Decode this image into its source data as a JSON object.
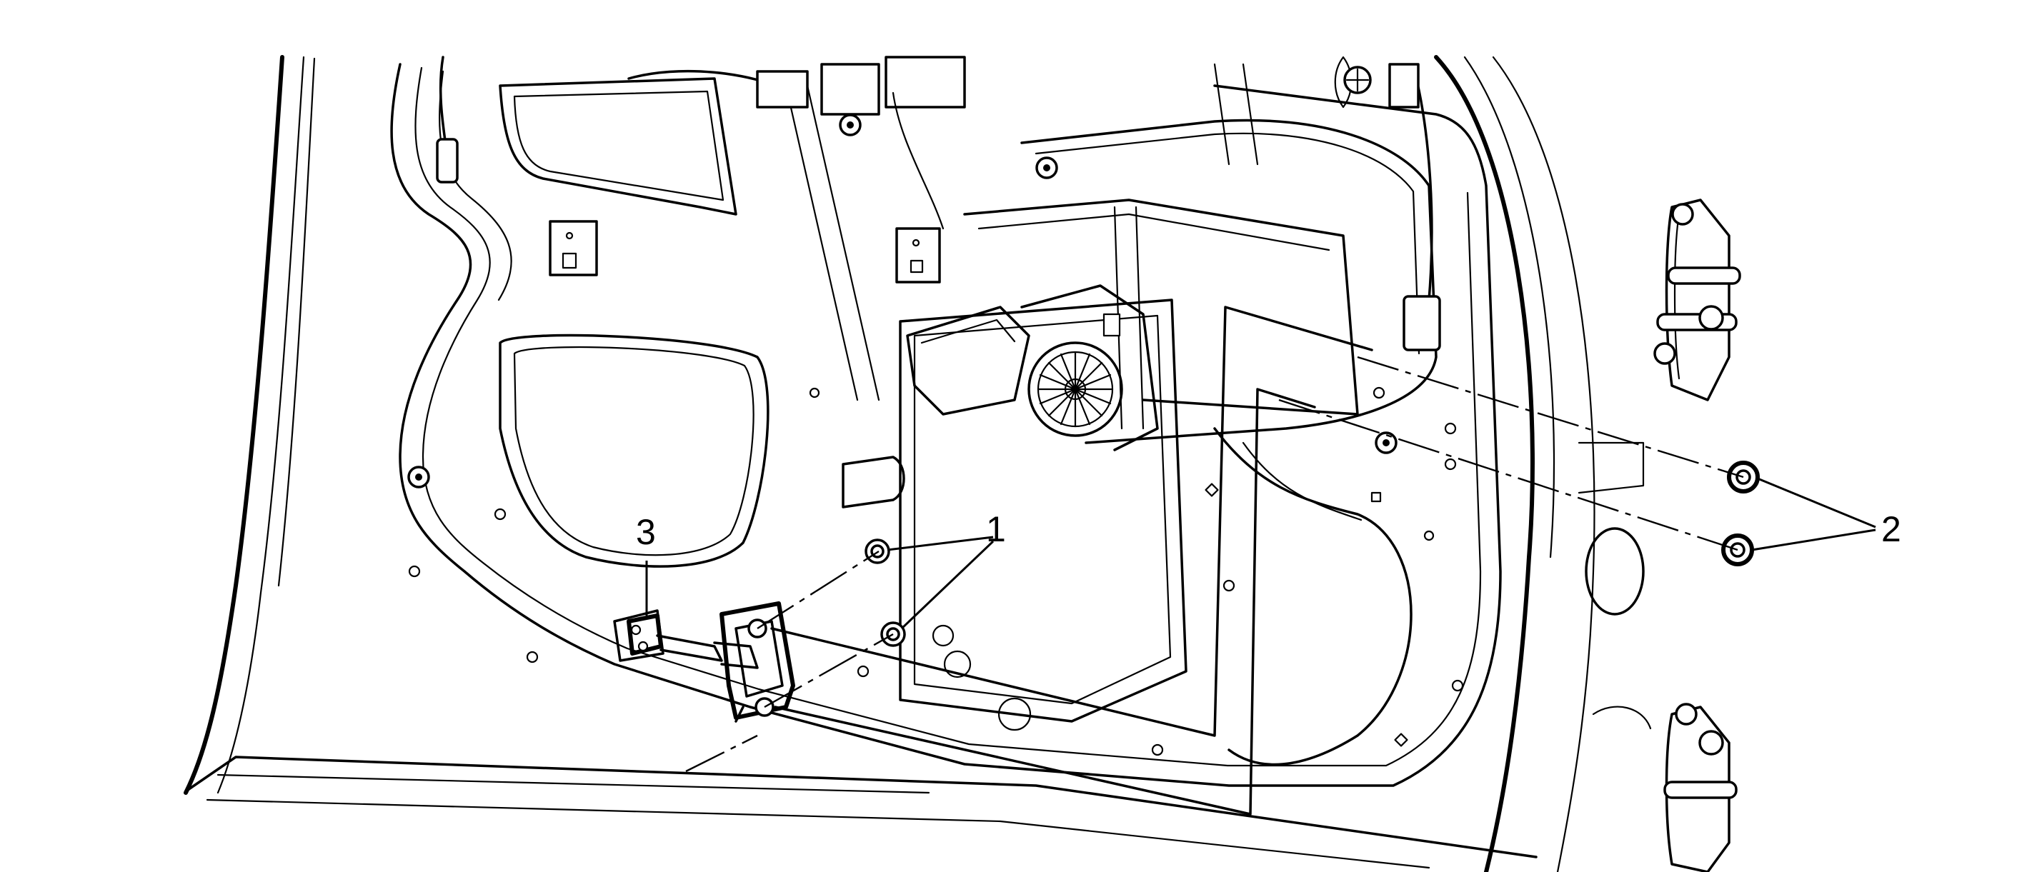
{
  "callouts": [
    {
      "id": "1",
      "label": "1"
    },
    {
      "id": "2",
      "label": "2"
    },
    {
      "id": "3",
      "label": "3"
    }
  ],
  "icons": [
    "door-inner-panel",
    "window-regulator-motor",
    "door-check-link",
    "door-hinge",
    "nut",
    "bolt"
  ],
  "colors": {
    "ink": "#000000",
    "paper": "#ffffff"
  }
}
